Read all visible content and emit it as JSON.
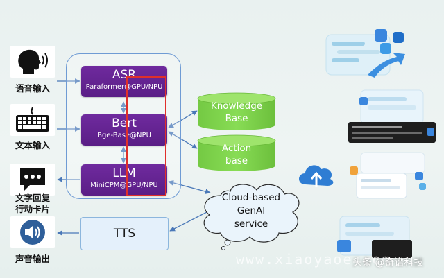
{
  "inputs": [
    {
      "label": "语音输入",
      "icon": "speaking-head-icon"
    },
    {
      "label": "文本输入",
      "icon": "keyboard-icon"
    },
    {
      "label": "文字回复\n行动卡片",
      "icon": "chat-bubble-icon"
    },
    {
      "label": "声音输出",
      "icon": "speaker-icon"
    }
  ],
  "pipeline": {
    "asr": {
      "title": "ASR",
      "subtitle": "Paraformer@GPU/NPU"
    },
    "bert": {
      "title": "Bert",
      "subtitle": "Bge-Base@NPU"
    },
    "llm": {
      "title": "LLM",
      "subtitle": "MiniCPM@GPU/NPU"
    }
  },
  "tts": {
    "title": "TTS"
  },
  "knowledge_base": {
    "label": "Knowledge\nBase"
  },
  "action_base": {
    "label": "Action\nbase"
  },
  "cloud": {
    "label": "Cloud-based\nGenAI\nservice"
  },
  "watermark": "www.xiaoyaoe.com",
  "credit": "头条 @奇谱科技",
  "colors": {
    "block_purple": "#5a1e86",
    "cylinder_green": "#7dd24a",
    "highlight_red": "#e0302a",
    "arrow_blue": "#4a78b8",
    "cloud_fill": "#eaf4fb"
  }
}
